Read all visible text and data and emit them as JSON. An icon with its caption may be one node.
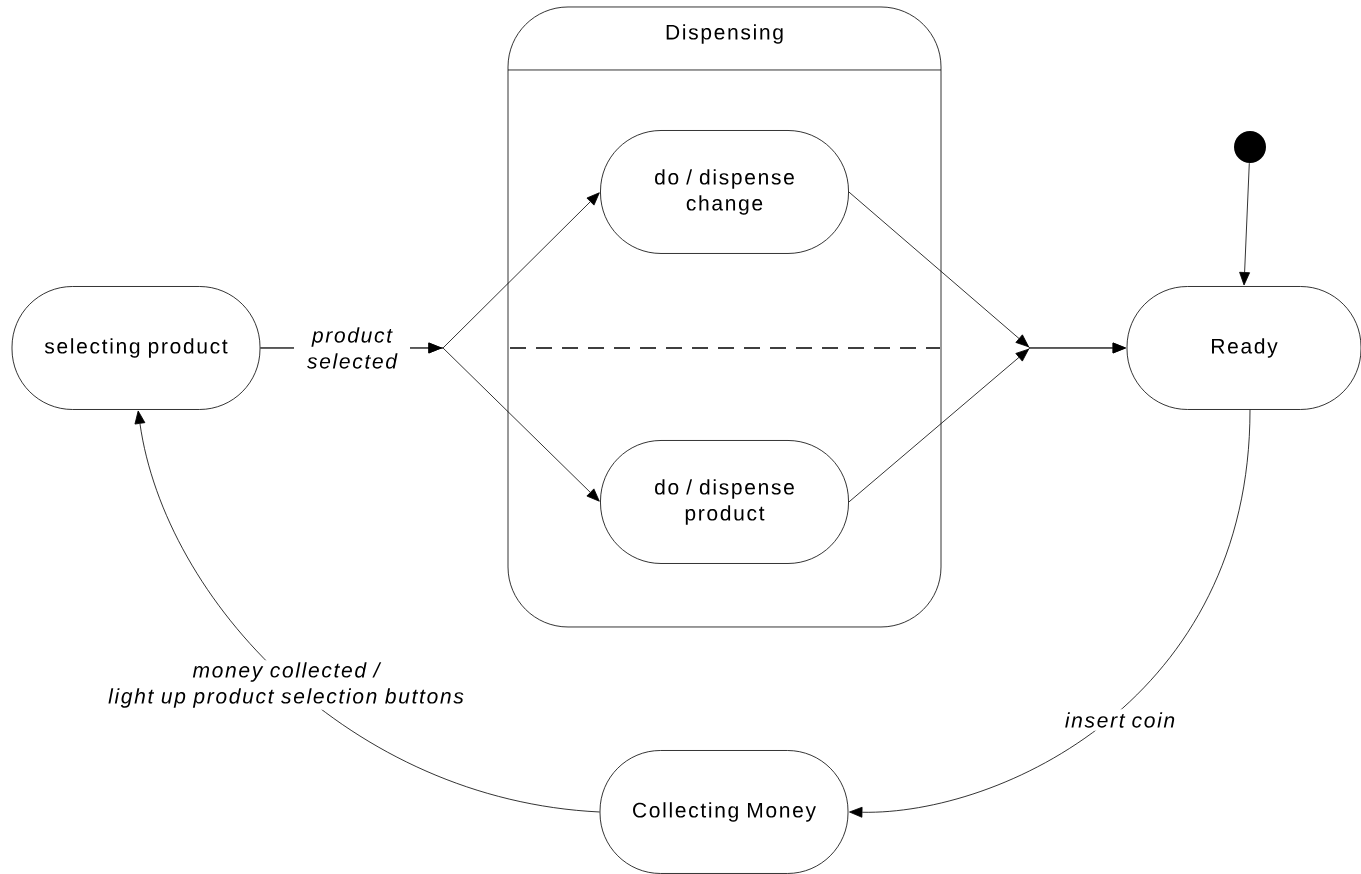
{
  "diagram": {
    "nodes": [
      {
        "text": [
          "selecting product"
        ]
      },
      {
        "text": [
          "Dispensing"
        ]
      },
      {
        "text": [
          "do / dispense change"
        ],
        "in": 1
      },
      {
        "text": [
          "do / dispense product"
        ],
        "in": 1
      },
      {
        "text": [
          "Ready"
        ]
      },
      {
        "text": [
          "Collecting Money"
        ]
      },
      {
        "text": [],
        "shape": "circle"
      }
    ],
    "edges": [
      {
        "from": 6,
        "to": 4,
        "arrow": "to"
      },
      {
        "from": 0,
        "to": 2,
        "arrow": "to",
        "label": "product selected"
      },
      {
        "from": 0,
        "to": 3,
        "arrow": "to"
      },
      {
        "from": 2,
        "to": 4,
        "arrow": "to"
      },
      {
        "from": 3,
        "to": 4,
        "arrow": "to"
      },
      {
        "from": 4,
        "to": 5,
        "arrow": "to",
        "label": "insert coin"
      },
      {
        "from": 5,
        "to": 0,
        "arrow": "to",
        "label": "money collected / light up product selection buttons"
      }
    ]
  }
}
